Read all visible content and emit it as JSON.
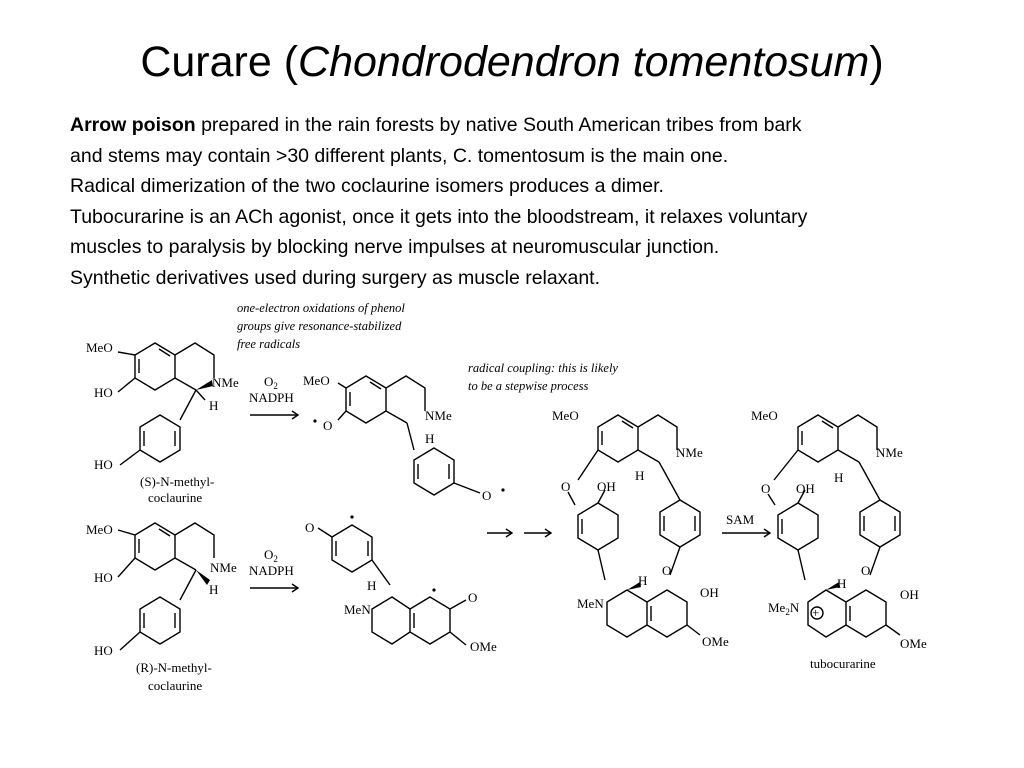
{
  "slide": {
    "title_plain": "Curare (",
    "title_italic": "Chondrodendron tomentosum",
    "title_close": ")",
    "bold_lead": "Arrow poison",
    "line1_rest": " prepared in the rain forests by native South American tribes from bark",
    "line2": "and stems may contain >30 different plants, C. tomentosum is the main one.",
    "line3": "Radical dimerization of the two coclaurine isomers produces a dimer.",
    "line4": "Tubocurarine is an ACh agonist, once it gets into the bloodstream, it relaxes voluntary",
    "line5": "muscles to paralysis by blocking nerve impulses at neuromuscular junction.",
    "line6": "Synthetic derivatives used during surgery as muscle relaxant."
  },
  "scheme": {
    "note_oxidation": [
      "one-electron oxidations of phenol",
      "groups give resonance-stabilized",
      "free radicals"
    ],
    "note_coupling": [
      "radical coupling: this is likely",
      "to be a stepwise process"
    ],
    "reagent_o2": "O",
    "reagent_o2_sub": "2",
    "reagent_nadph": "NADPH",
    "reagent_sam": "SAM",
    "label_meo": "MeO",
    "label_ho": "HO",
    "label_o": "O",
    "label_oh": "OH",
    "label_ome": "OMe",
    "label_nme": "NMe",
    "label_men": "MeN",
    "label_h": "H",
    "label_me2n": "Me",
    "label_me2n_sub": "2",
    "label_me2n_n": "N",
    "label_plus": "+",
    "s_compound": [
      "(S)-N-methyl-",
      "coclaurine"
    ],
    "r_compound": [
      "(R)-N-methyl-",
      "coclaurine"
    ],
    "product": "tubocurarine"
  }
}
